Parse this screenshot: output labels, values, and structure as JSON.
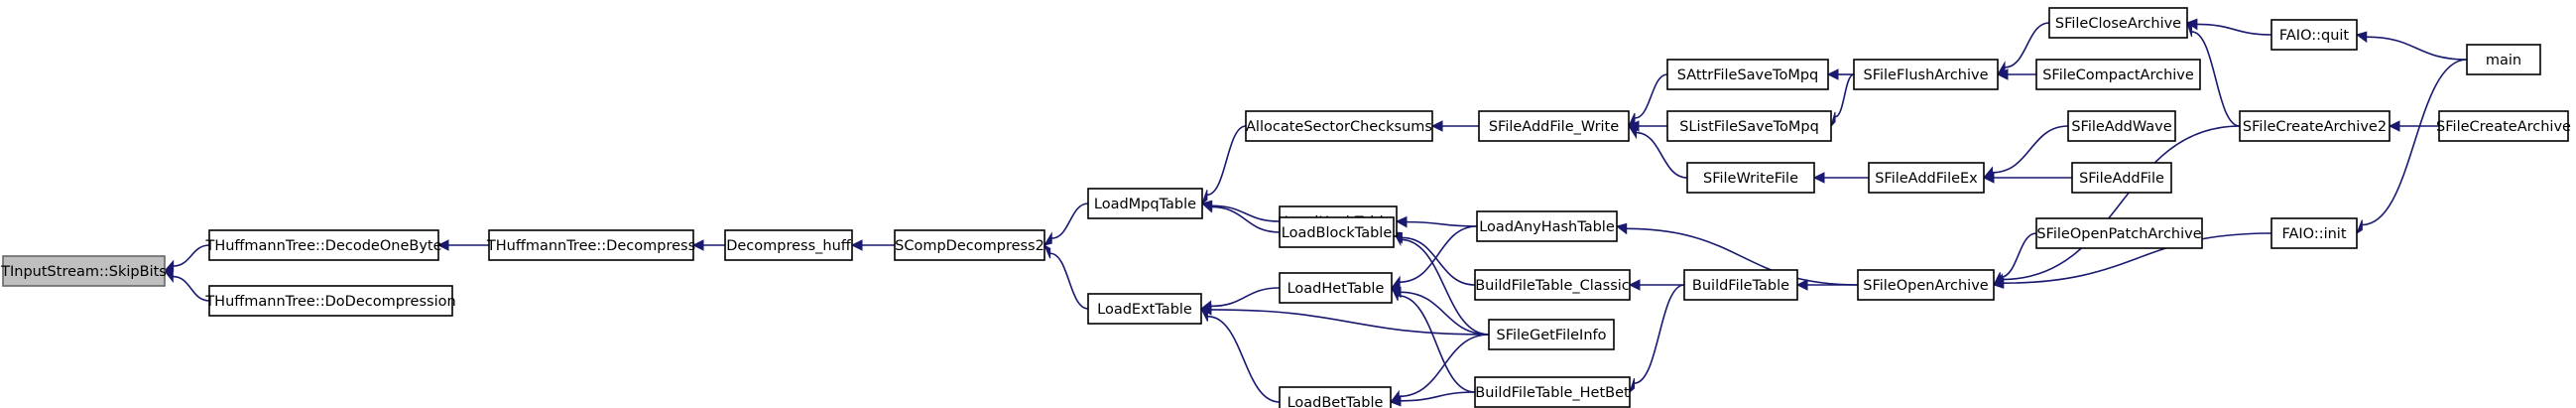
{
  "colors": {
    "edge": "#191970",
    "root_fill": "#bfbfbf",
    "node_fill": "#ffffff",
    "node_stroke": "#000000"
  },
  "nodes": [
    {
      "id": "skipbits",
      "label": "TInputStream::SkipBits",
      "root": true
    },
    {
      "id": "decodeonebyte",
      "label": "THuffmannTree::DecodeOneByte"
    },
    {
      "id": "dodecompression",
      "label": "THuffmannTree::DoDecompression"
    },
    {
      "id": "decompress",
      "label": "THuffmannTree::Decompress"
    },
    {
      "id": "decompress_huff",
      "label": "Decompress_huff"
    },
    {
      "id": "scompdecompress2",
      "label": "SCompDecompress2"
    },
    {
      "id": "loadmpqtable",
      "label": "LoadMpqTable"
    },
    {
      "id": "loadexttable",
      "label": "LoadExtTable"
    },
    {
      "id": "allocatesectorchecksums",
      "label": "AllocateSectorChecksums"
    },
    {
      "id": "loadhashtable",
      "label": "LoadHashTable"
    },
    {
      "id": "loadblocktable",
      "label": "LoadBlockTable"
    },
    {
      "id": "loadhettable",
      "label": "LoadHetTable"
    },
    {
      "id": "loadbettable",
      "label": "LoadBetTable"
    },
    {
      "id": "sfileaddfile_write",
      "label": "SFileAddFile_Write"
    },
    {
      "id": "loadanyhashtable",
      "label": "LoadAnyHashTable"
    },
    {
      "id": "buildfiletable_classic",
      "label": "BuildFileTable_Classic"
    },
    {
      "id": "sfilegetfileinfo",
      "label": "SFileGetFileInfo"
    },
    {
      "id": "buildfiletable_hetbet",
      "label": "BuildFileTable_HetBet"
    },
    {
      "id": "sattrfilesavetompq",
      "label": "SAttrFileSaveToMpq"
    },
    {
      "id": "slistfilesavetompq",
      "label": "SListFileSaveToMpq"
    },
    {
      "id": "sfilewritefile",
      "label": "SFileWriteFile"
    },
    {
      "id": "buildfiletable",
      "label": "BuildFileTable"
    },
    {
      "id": "sfileflusharchive",
      "label": "SFileFlushArchive"
    },
    {
      "id": "sfileaddfileex",
      "label": "SFileAddFileEx"
    },
    {
      "id": "sfileopenarchive",
      "label": "SFileOpenArchive"
    },
    {
      "id": "sfileclosearchive",
      "label": "SFileCloseArchive"
    },
    {
      "id": "sfilecompactarchive",
      "label": "SFileCompactArchive"
    },
    {
      "id": "sfileaddwave",
      "label": "SFileAddWave"
    },
    {
      "id": "sfileaddfile",
      "label": "SFileAddFile"
    },
    {
      "id": "sfilecreatearchive2",
      "label": "SFileCreateArchive2"
    },
    {
      "id": "sfileopenpatcharchive",
      "label": "SFileOpenPatchArchive"
    },
    {
      "id": "faio_quit",
      "label": "FAIO::quit"
    },
    {
      "id": "faio_init",
      "label": "FAIO::init"
    },
    {
      "id": "sfilecreatearchive",
      "label": "SFileCreateArchive"
    },
    {
      "id": "main",
      "label": "main"
    }
  ],
  "edges": [
    {
      "from": "decodeonebyte",
      "to": "skipbits"
    },
    {
      "from": "dodecompression",
      "to": "skipbits"
    },
    {
      "from": "decompress",
      "to": "decodeonebyte"
    },
    {
      "from": "decompress_huff",
      "to": "decompress"
    },
    {
      "from": "scompdecompress2",
      "to": "decompress_huff"
    },
    {
      "from": "loadmpqtable",
      "to": "scompdecompress2"
    },
    {
      "from": "loadexttable",
      "to": "scompdecompress2"
    },
    {
      "from": "allocatesectorchecksums",
      "to": "loadmpqtable"
    },
    {
      "from": "loadhashtable",
      "to": "loadmpqtable"
    },
    {
      "from": "loadblocktable",
      "to": "loadmpqtable"
    },
    {
      "from": "loadhettable",
      "to": "loadexttable"
    },
    {
      "from": "loadbettable",
      "to": "loadexttable"
    },
    {
      "from": "sfilegetfileinfo",
      "to": "loadexttable"
    },
    {
      "from": "sfileaddfile_write",
      "to": "allocatesectorchecksums"
    },
    {
      "from": "loadanyhashtable",
      "to": "loadhashtable"
    },
    {
      "from": "buildfiletable_classic",
      "to": "loadblocktable"
    },
    {
      "from": "sfilegetfileinfo",
      "to": "loadblocktable"
    },
    {
      "from": "loadanyhashtable",
      "to": "loadhettable"
    },
    {
      "from": "buildfiletable_hetbet",
      "to": "loadhettable"
    },
    {
      "from": "sfilegetfileinfo",
      "to": "loadhettable"
    },
    {
      "from": "buildfiletable_hetbet",
      "to": "loadbettable"
    },
    {
      "from": "sfilegetfileinfo",
      "to": "loadbettable"
    },
    {
      "from": "sattrfilesavetompq",
      "to": "sfileaddfile_write"
    },
    {
      "from": "slistfilesavetompq",
      "to": "sfileaddfile_write"
    },
    {
      "from": "sfilewritefile",
      "to": "sfileaddfile_write"
    },
    {
      "from": "sfileopenarchive",
      "to": "loadanyhashtable"
    },
    {
      "from": "buildfiletable",
      "to": "buildfiletable_classic"
    },
    {
      "from": "buildfiletable",
      "to": "buildfiletable_hetbet"
    },
    {
      "from": "sfileflusharchive",
      "to": "sattrfilesavetompq"
    },
    {
      "from": "sfileflusharchive",
      "to": "slistfilesavetompq"
    },
    {
      "from": "sfileaddfileex",
      "to": "sfilewritefile"
    },
    {
      "from": "sfileopenarchive",
      "to": "buildfiletable"
    },
    {
      "from": "sfileclosearchive",
      "to": "sfileflusharchive"
    },
    {
      "from": "sfilecompactarchive",
      "to": "sfileflusharchive"
    },
    {
      "from": "sfileaddwave",
      "to": "sfileaddfileex"
    },
    {
      "from": "sfileaddfile",
      "to": "sfileaddfileex"
    },
    {
      "from": "sfilecreatearchive2",
      "to": "sfileopenarchive"
    },
    {
      "from": "sfileopenpatcharchive",
      "to": "sfileopenarchive"
    },
    {
      "from": "faio_init",
      "to": "sfileopenarchive"
    },
    {
      "from": "faio_quit",
      "to": "sfileclosearchive"
    },
    {
      "from": "sfilecreatearchive2",
      "to": "sfileclosearchive"
    },
    {
      "from": "sfilecreatearchive",
      "to": "sfilecreatearchive2"
    },
    {
      "from": "main",
      "to": "faio_quit"
    },
    {
      "from": "main",
      "to": "faio_init"
    }
  ]
}
